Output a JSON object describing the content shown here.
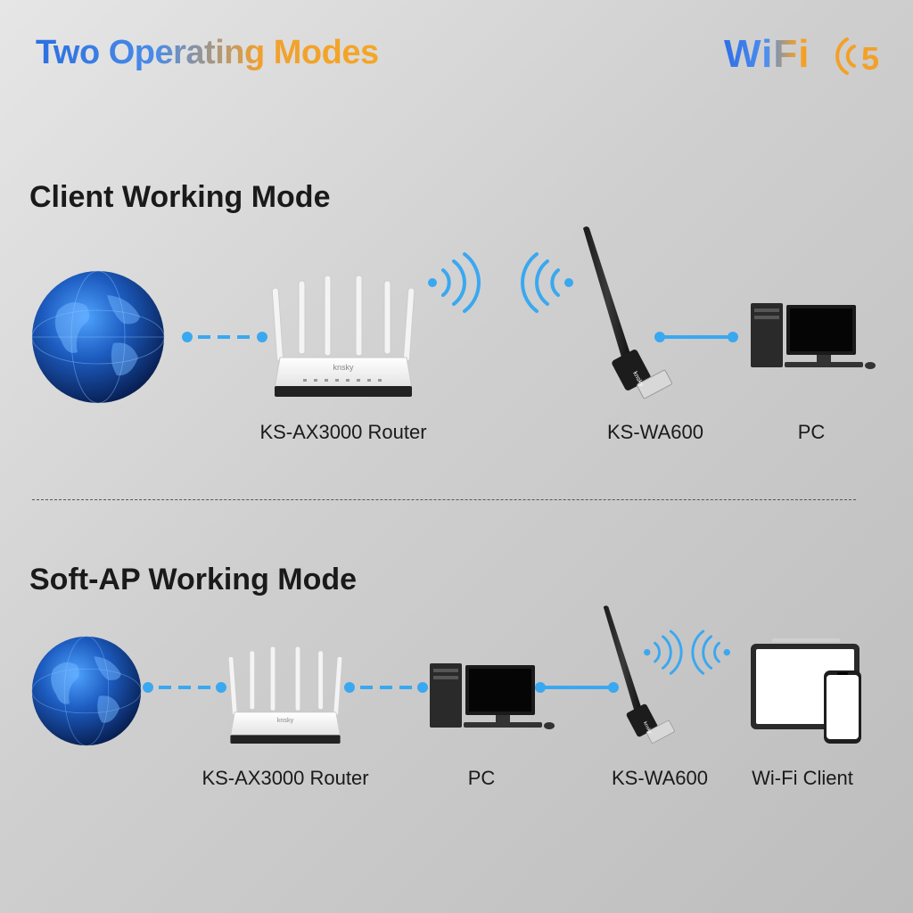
{
  "header": {
    "title": "Two Operating Modes",
    "logo_text": "WiFi",
    "logo_number": "5"
  },
  "client_mode": {
    "title": "Client Working Mode",
    "labels": {
      "router": "KS-AX3000 Router",
      "adapter": "KS-WA600",
      "pc": "PC"
    }
  },
  "softap_mode": {
    "title": "Soft-AP Working Mode",
    "labels": {
      "router": "KS-AX3000 Router",
      "pc": "PC",
      "adapter": "KS-WA600",
      "client": "Wi-Fi Client"
    }
  },
  "device_text": {
    "router_brand": "knsky",
    "adapter_brand": "knsky"
  },
  "colors": {
    "link": "#3aa8f0",
    "globe": "#1a4fa8",
    "title_blue": "#2b6fe0",
    "title_orange": "#f5a623"
  }
}
